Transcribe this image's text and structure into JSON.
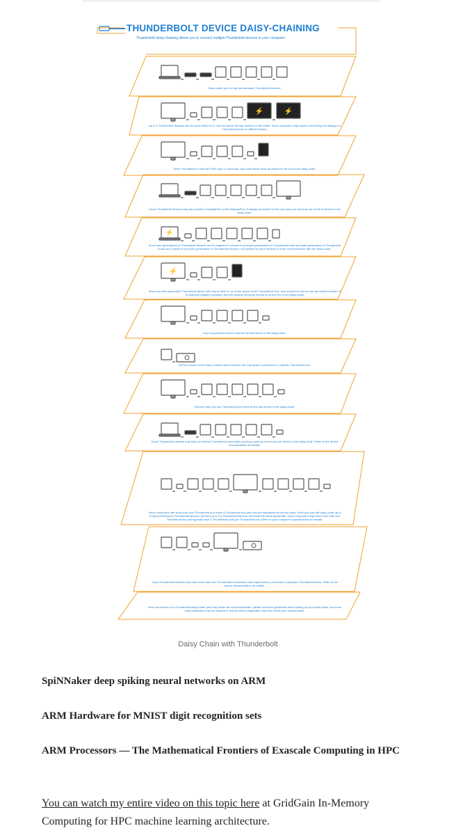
{
  "infographic": {
    "title": "THUNDERBOLT DEVICE DAISY-CHAINING",
    "subtitle": "Thunderbolt daisy-chaining allows you to connect multiple Thunderbolt devices to your computer!",
    "panels": [
      {
        "caption": "Daisy-chain up to 6 high-performance Thunderbolt devices."
      },
      {
        "caption": "Up to 2 Thunderbolt displays can be used within the 6, and should be the last devices on the chain. Some computers may require connecting the displays to Thunderbolt ports on different buses."
      },
      {
        "caption": "Since Thunderbolt 3 uses the USB Type-C connector, any USB device must be placed at the end of the daisy-chain."
      },
      {
        "caption": "Some Thunderbolt devices may also include a DisplayPort or Mini DisplayPort. A display connected to this port does not count as one of the 6 devices in the daisy-chain."
      },
      {
        "caption": "Since later generations of Thunderbolt devices can be adapted to connect to previous generations of Thunderbolt hosts and later generations of Thunderbolt hosts can connect to previous generations of Thunderbolt devices, it is advised to place devices in order of performance with the daisy-chain."
      },
      {
        "caption": "Since any later generation Thunderbolt device will only be able to run at the speed of the Thunderbolt host, care should be used to use the fewest number of Thunderbolt adapters possible. And the slowest device(s) should be at the end of the daisy-chain."
      },
      {
        "caption": "Any bus-powered device must be the last device in the daisy-chain."
      },
      {
        "caption": "eGPUs should not be daisy-chained and should be the only device connected to a specific Thunderbolt bus."
      },
      {
        "caption": "Devices with only one Thunderbolt port must be the last device in the daisy-chain."
      },
      {
        "caption": "Some Thunderbolt devices may have an internal Thunderbolt connection and thus count as more than one device in the daisy-chain. Refer to the device documentation for details."
      },
      {
        "caption": "Some computers with more than one Thunderbolt port share a Thunderbolt bus and thus the bandwidth across the ports. Each port can still daisy-chain up to 6 high-performance Thunderbolt devices, but the (up to 12) Thunderbolt devices will share the same bandwidth. Some computers may have more than one Thunderbolt bus and typically have 2 Thunderbolt ports per Thunderbolt bus. Refer to your computer's specifications for details."
      },
      {
        "caption": "Some Thunderbolt devices may have more than two Thunderbolt connections and require being connected to separate Thunderbolt buses. Refer to the device documentation for details."
      },
      {
        "caption": "Since all devices on a Thunderbolt daisy-chain (and bus) share the same bandwidth, please use these guidelines when setting up your daisy-chain, but some experimentation may be required to find the best configuration that best meets your requirements."
      }
    ],
    "colors": {
      "accent_blue": "#1e7fd1",
      "outline_orange": "#f0a030",
      "device_gray": "#555555"
    }
  },
  "figure": {
    "caption": "Daisy Chain with Thunderbolt"
  },
  "article": {
    "heading1": "SpiNNaker deep spiking neural networks on ARM",
    "heading2": "ARM Hardware for MNIST digit recognition sets",
    "heading3": "ARM Processors — The Mathematical Frontiers of Exascale Computing in HPC",
    "link_text": "You can watch my entire video on this topic here",
    "para_rest": " at GridGain In-Memory Computing for HPC machine learning architecture."
  }
}
